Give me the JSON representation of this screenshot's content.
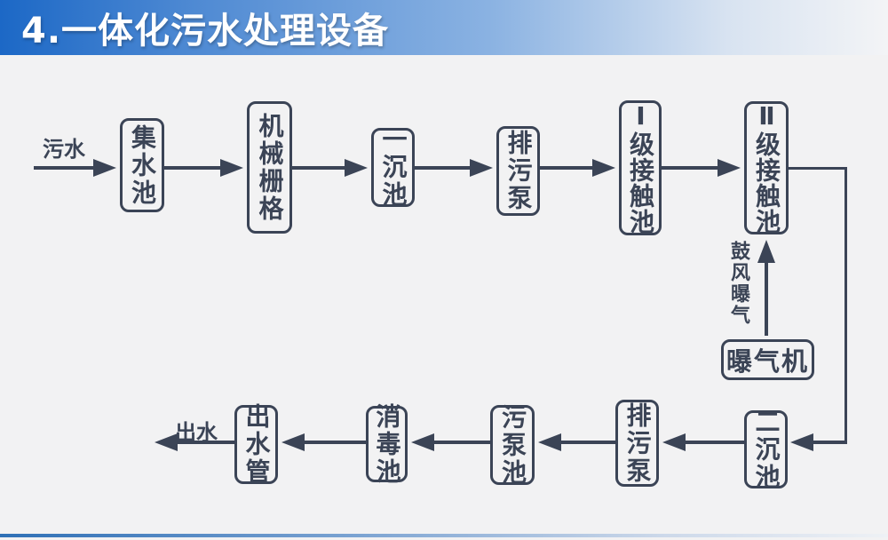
{
  "header": {
    "title": "4.一体化污水处理设备"
  },
  "flowchart": {
    "inflow_label": "污水",
    "outflow_label": "出水",
    "aeration_label": "鼓风曝气",
    "nodes": [
      {
        "id": "collecting-tank",
        "label": "集水池"
      },
      {
        "id": "mechanical-grid",
        "label": "机械栅格"
      },
      {
        "id": "primary-sedimentation-tank",
        "label": "一沉池"
      },
      {
        "id": "sewage-pump-top",
        "label": "排污泵"
      },
      {
        "id": "level1-contact-tank",
        "label": "Ⅰ级接触池"
      },
      {
        "id": "level2-contact-tank",
        "label": "Ⅱ级接触池"
      },
      {
        "id": "aerator",
        "label": "曝气机"
      },
      {
        "id": "secondary-sedimentation-tank",
        "label": "二沉池"
      },
      {
        "id": "sewage-pump-bottom",
        "label": "排污泵"
      },
      {
        "id": "sewage-pump-tank",
        "label": "污泵池"
      },
      {
        "id": "disinfection-tank",
        "label": "消毒池"
      },
      {
        "id": "outlet-pipe",
        "label": "出水管"
      }
    ]
  },
  "colors": {
    "ink": "#3b4456",
    "background": "#f2f2f3",
    "header_blue": "#1c68c6",
    "bottom_bar_blue": "#2f70b6"
  }
}
